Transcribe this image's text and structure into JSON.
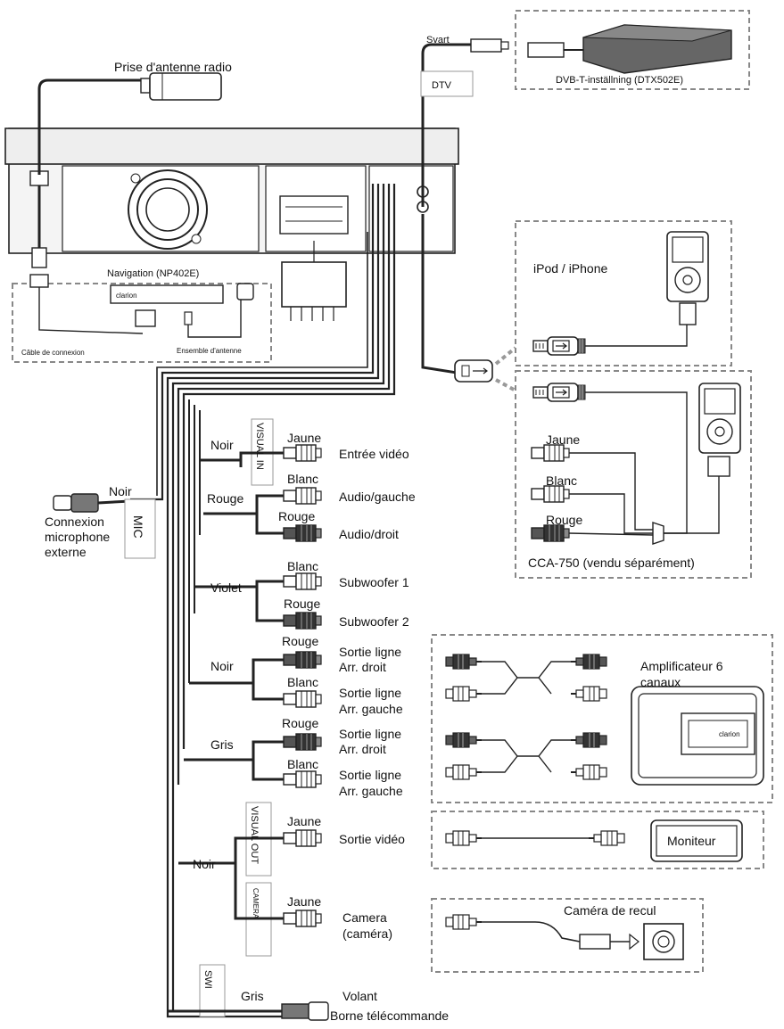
{
  "top": {
    "svart": "Svart",
    "dtv": "DTV",
    "dvbt_unit": "DVB-T-inställning (DTX502E)",
    "antenna_jack": "Prise d'antenne radio"
  },
  "navigation": {
    "title": "Navigation (NP402E)",
    "cable": "Câble de connexion",
    "antenna_set": "Ensemble d'antenne",
    "brand": "clarion"
  },
  "ipod": {
    "label": "iPod / iPhone",
    "cca": "CCA-750 (vendu séparément)",
    "jaune": "Jaune",
    "blanc": "Blanc",
    "rouge": "Rouge"
  },
  "mic": {
    "tag": "MIC",
    "wire": "Noir",
    "label1": "Connexion",
    "label2": "microphone",
    "label3": "externe"
  },
  "visual_in": {
    "tag": "VISUAL IN",
    "group": "Noir",
    "jaune": "Jaune",
    "video_in": "Entrée vidéo",
    "rouge_group": "Rouge",
    "blanc": "Blanc",
    "audio_l": "Audio/gauche",
    "rouge": "Rouge",
    "audio_r": "Audio/droit"
  },
  "subwoofer": {
    "group": "Violet",
    "blanc": "Blanc",
    "sub1": "Subwoofer 1",
    "rouge": "Rouge",
    "sub2": "Subwoofer 2"
  },
  "line_out1": {
    "group": "Noir",
    "rouge": "Rouge",
    "right1": "Sortie ligne",
    "right2": "Arr. droit",
    "blanc": "Blanc",
    "left1": "Sortie ligne",
    "left2": "Arr. gauche"
  },
  "line_out2": {
    "group": "Gris",
    "rouge": "Rouge",
    "right1": "Sortie ligne",
    "right2": "Arr. droit",
    "blanc": "Blanc",
    "left1": "Sortie ligne",
    "left2": "Arr. gauche"
  },
  "amplifier": {
    "label1": "Amplificateur 6",
    "label2": "canaux",
    "brand": "clarion"
  },
  "visual_out": {
    "tag": "VISUAL OUT",
    "group": "Noir",
    "jaune": "Jaune",
    "video_out": "Sortie vidéo",
    "monitor": "Moniteur"
  },
  "camera": {
    "tag": "CAMERA",
    "jaune": "Jaune",
    "label1": "Camera",
    "label2": "(caméra)",
    "rear_camera": "Caméra de recul"
  },
  "swi": {
    "tag": "SWI",
    "wire": "Gris",
    "label1": "Volant",
    "label2": "Borne télécommande"
  }
}
